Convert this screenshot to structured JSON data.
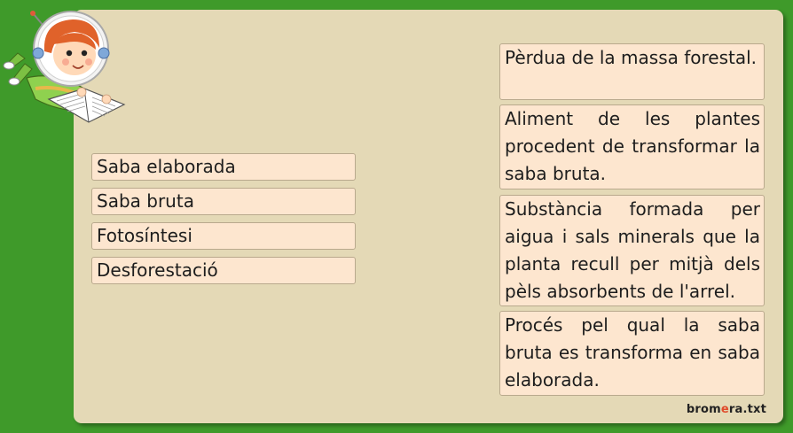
{
  "terms": [
    "Saba elaborada",
    "Saba bruta",
    "Fotosíntesi",
    "Desforestació"
  ],
  "definitions": [
    "Pèrdua de la massa forestal.",
    "Aliment de les plantes procedent de transformar la saba bruta.",
    "Substància formada per aigua i sals minerals que la planta recull per mitjà dels pèls absorbents de l'arrel.",
    "Procés pel qual la saba bruta es transforma en saba elaborada."
  ],
  "brand": {
    "part1": "brom",
    "accent": "e",
    "part2": "ra.txt"
  },
  "colors": {
    "background": "#3f9a2a",
    "panel": "#e4d9b6",
    "card": "#fde6cf",
    "card_border": "#b9a98d",
    "brand_accent": "#e04a2a"
  },
  "icons": {
    "mascot": "astronaut-child-reading-book"
  }
}
